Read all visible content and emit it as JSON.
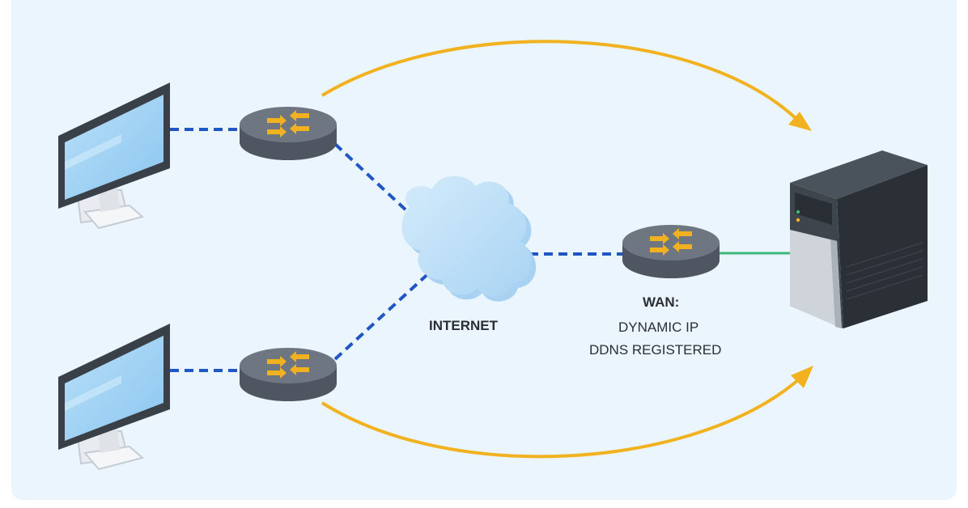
{
  "diagram": {
    "cloud_label": "INTERNET",
    "wan": {
      "title": "WAN:",
      "line1": "DYNAMIC IP",
      "line2": "DDNS REGISTERED"
    },
    "colors": {
      "background": "#eaf5fd",
      "dashed_link": "#1f56c4",
      "server_link": "#3cb878",
      "flow_arrow": "#f2b21f",
      "router_body": "#5f6672",
      "router_top": "#737b87",
      "router_arrows": "#f2b21f",
      "monitor_screen": "#9ed0f5",
      "monitor_frame": "#3a4048",
      "cloud": "#bfe0f8",
      "server_body": "#33393f"
    },
    "icons": [
      "monitor-icon",
      "router-icon",
      "cloud-icon",
      "server-icon",
      "curved-arrow-icon"
    ]
  }
}
